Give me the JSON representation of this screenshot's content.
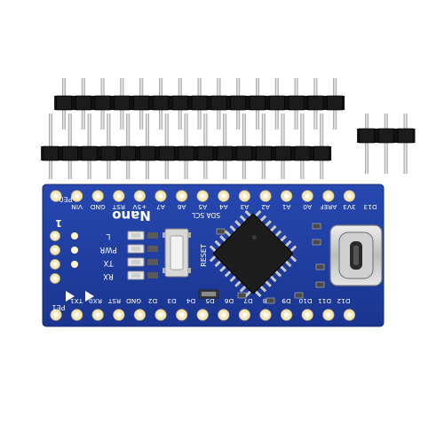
{
  "board": {
    "name": "Nano",
    "pcb_color": "#1f3fa0",
    "silk_color": "#ffffff",
    "marker_left": "PE0",
    "marker_bottom_left": "PE1",
    "number_mark": "1",
    "reset_label": "RESET",
    "i2c_label": "SDA SCL",
    "top_labels": [
      "D13",
      "3V3",
      "AREF",
      "A0",
      "A1",
      "A2",
      "A3",
      "A4",
      "A5",
      "A6",
      "A7",
      "+5V",
      "RST",
      "GND",
      "VIN"
    ],
    "bottom_labels": [
      "TX1",
      "RX0",
      "RST",
      "GND",
      "D2",
      "D3",
      "D4",
      "D5",
      "D6",
      "D7",
      "D8",
      "D9",
      "D10",
      "D11",
      "D12"
    ],
    "leds": [
      "L",
      "PWR",
      "TX",
      "RX"
    ]
  },
  "headers": {
    "long_pin_count": 15,
    "short_pin_count": 3,
    "pin_rows_long": 2
  },
  "connector": {
    "type": "usb-c-port"
  }
}
